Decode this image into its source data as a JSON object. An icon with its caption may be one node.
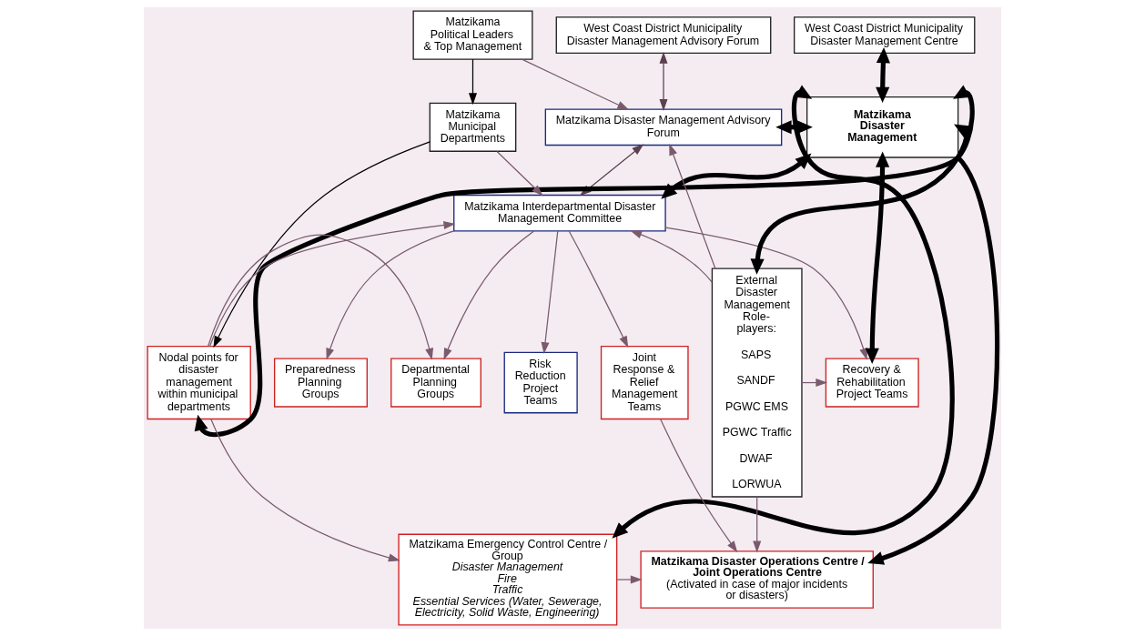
{
  "diagram": {
    "nodes": [
      {
        "text": [
          "West Coast District Municipality Disaster Management Advisory Forum"
        ]
      },
      {
        "text": [
          "West Coast District Municipality Disaster Management Centre"
        ]
      },
      {
        "text": [
          "Matzikama Disaster Management Advisory Forum"
        ]
      },
      {
        "text": [
          "Matzikama Disaster Management"
        ]
      },
      {
        "text": [
          "Matzikama Political Leaders & Top Management"
        ]
      },
      {
        "text": [
          "Matzikama Municipal Departments"
        ]
      },
      {
        "text": [
          "Matzikama Interdepartmental Disaster Management Committee"
        ]
      },
      {
        "text": [
          "External Disaster Management Role-players:",
          "SAPS",
          "SANDF",
          "PGWC EMS",
          "PGWC Traffic",
          "DWAF",
          "LORWUA"
        ]
      },
      {
        "text": [
          "Nodal points for disaster management within municipal departments"
        ]
      },
      {
        "text": [
          "Departmental Planning Groups"
        ]
      },
      {
        "text": [
          "Risk Reduction Project Teams"
        ]
      },
      {
        "text": [
          "Preparedness Planning Groups"
        ]
      },
      {
        "text": [
          "Joint Response & Relief Management Teams"
        ]
      },
      {
        "text": [
          "Recovery & Rehabilitation Project Teams"
        ]
      },
      {
        "text": [
          "Matzikama Emergency Control Centre / Group",
          "Disaster Management",
          "Fire",
          "Traffic",
          "Essential Services (Water, Sewerage, Electricity, Solid Waste, Engineering)"
        ]
      },
      {
        "text": [
          "Matzikama Disaster Operations Centre / Joint Operations Centre",
          "(Activated in case of major incidents or disasters)"
        ]
      }
    ],
    "edges": [
      {
        "from": 0,
        "to": 2,
        "arrow": "both",
        "color": "#5a4050"
      },
      {
        "from": 1,
        "to": 3,
        "arrow": "both",
        "style": "thick",
        "color": "#000000"
      },
      {
        "from": 2,
        "to": 3,
        "arrow": "both",
        "style": "thick",
        "color": "#000000"
      },
      {
        "from": 4,
        "to": 2,
        "arrow": "to"
      },
      {
        "from": 4,
        "to": 5,
        "arrow": "to",
        "color": "#000000"
      },
      {
        "from": 2,
        "to": 6,
        "arrow": "both",
        "color": "#5a4050"
      },
      {
        "from": 6,
        "to": 3,
        "arrow": "both",
        "style": "thick",
        "color": "#000000"
      },
      {
        "from": 13,
        "to": 3,
        "arrow": "both",
        "style": "thick",
        "color": "#000000"
      },
      {
        "from": 7,
        "to": 3,
        "arrow": "both",
        "style": "thick",
        "color": "#000000"
      },
      {
        "from": 3,
        "to": 15,
        "arrow": "to",
        "style": "thick",
        "color": "#000000"
      },
      {
        "from": 3,
        "to": 8,
        "arrow": "both",
        "style": "thick",
        "color": "#000000"
      },
      {
        "from": 3,
        "to": 14,
        "arrow": "both",
        "style": "thick",
        "color": "#000000"
      },
      {
        "from": 7,
        "to": 2,
        "arrow": "to"
      },
      {
        "from": 5,
        "to": 6,
        "arrow": "to"
      },
      {
        "from": 7,
        "to": 6,
        "arrow": "to"
      },
      {
        "from": 5,
        "to": 8,
        "arrow": "to",
        "color": "#000000"
      },
      {
        "from": 8,
        "to": 6,
        "arrow": "to"
      },
      {
        "from": 6,
        "to": 9,
        "arrow": "to"
      },
      {
        "from": 6,
        "to": 10,
        "arrow": "to"
      },
      {
        "from": 6,
        "to": 11,
        "arrow": "to"
      },
      {
        "from": 6,
        "to": 12,
        "arrow": "to"
      },
      {
        "from": 6,
        "to": 13,
        "arrow": "to"
      },
      {
        "from": 8,
        "to": 9,
        "arrow": "to"
      },
      {
        "from": 7,
        "to": 13,
        "arrow": "to"
      },
      {
        "from": 8,
        "to": 14,
        "arrow": "to"
      },
      {
        "from": 12,
        "to": 15,
        "arrow": "to"
      },
      {
        "from": 14,
        "to": 15,
        "arrow": "to"
      },
      {
        "from": 7,
        "to": 15,
        "arrow": "to"
      }
    ]
  }
}
